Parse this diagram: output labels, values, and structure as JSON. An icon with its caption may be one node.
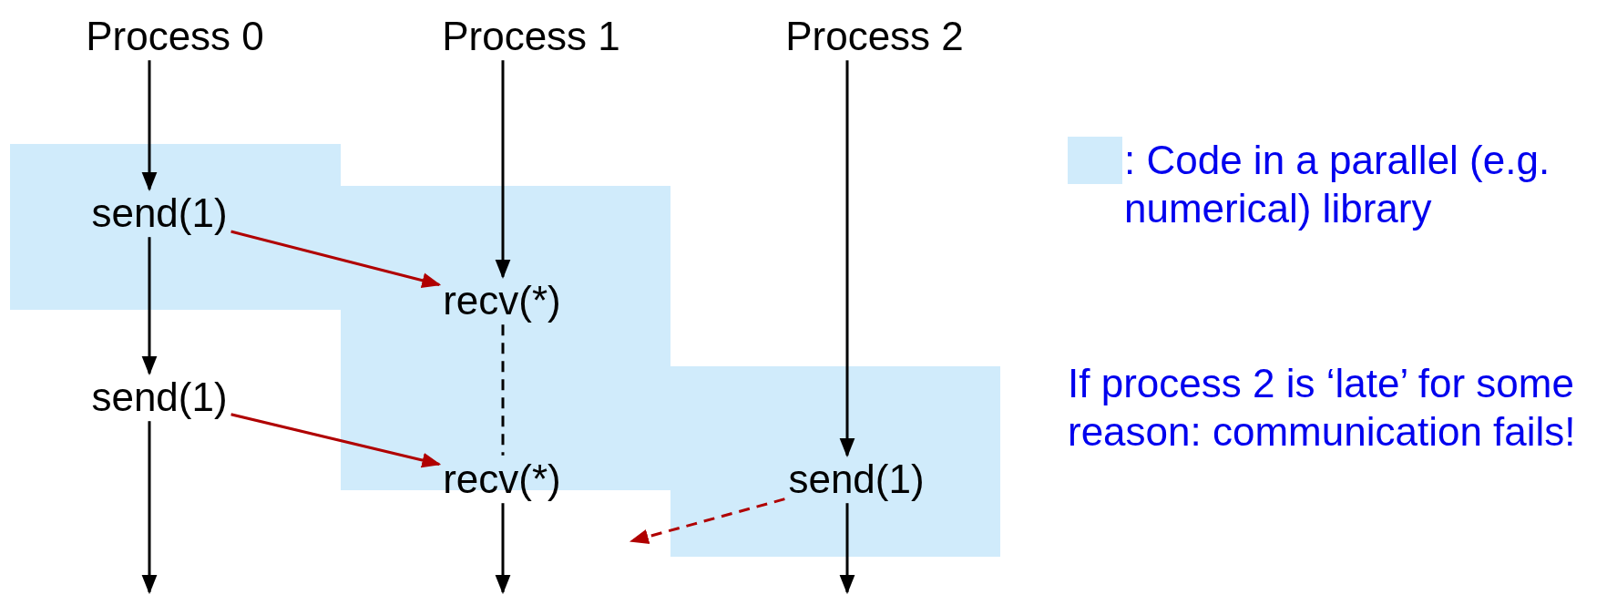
{
  "diagram": {
    "nodes": [
      {
        "text": [
          "Process 0"
        ]
      },
      {
        "text": [
          "Process 1"
        ]
      },
      {
        "text": [
          "Process 2"
        ]
      },
      {
        "text": [
          "send(1)"
        ]
      },
      {
        "text": [
          "recv(*)"
        ]
      },
      {
        "text": [
          "send(1)"
        ]
      },
      {
        "text": [
          "recv(*)"
        ]
      },
      {
        "text": [
          "send(1)"
        ]
      }
    ],
    "edges": [
      {
        "from": 0,
        "to": 3,
        "arrow": "to"
      },
      {
        "from": 3,
        "to": 5,
        "arrow": "to"
      },
      {
        "from": 5,
        "to": null,
        "arrow": "to"
      },
      {
        "from": 1,
        "to": 4,
        "arrow": "to"
      },
      {
        "from": 4,
        "to": 6,
        "arrow": "none",
        "style": "dashed"
      },
      {
        "from": 6,
        "to": null,
        "arrow": "to"
      },
      {
        "from": 2,
        "to": 7,
        "arrow": "to"
      },
      {
        "from": 7,
        "to": null,
        "arrow": "to"
      },
      {
        "from": 3,
        "to": 4,
        "arrow": "to",
        "color": "#b00000"
      },
      {
        "from": 5,
        "to": 6,
        "arrow": "to",
        "color": "#b00000"
      },
      {
        "from": 7,
        "to": null,
        "arrow": "to",
        "style": "dashed",
        "color": "#b00000"
      }
    ],
    "labels": [
      "If process 2 is ‘late’ for some reason: communication fails!"
    ],
    "legend": [
      {
        "text": ": Code in a parallel (e.g. numerical) library",
        "color": "#d0ebfb"
      }
    ]
  }
}
